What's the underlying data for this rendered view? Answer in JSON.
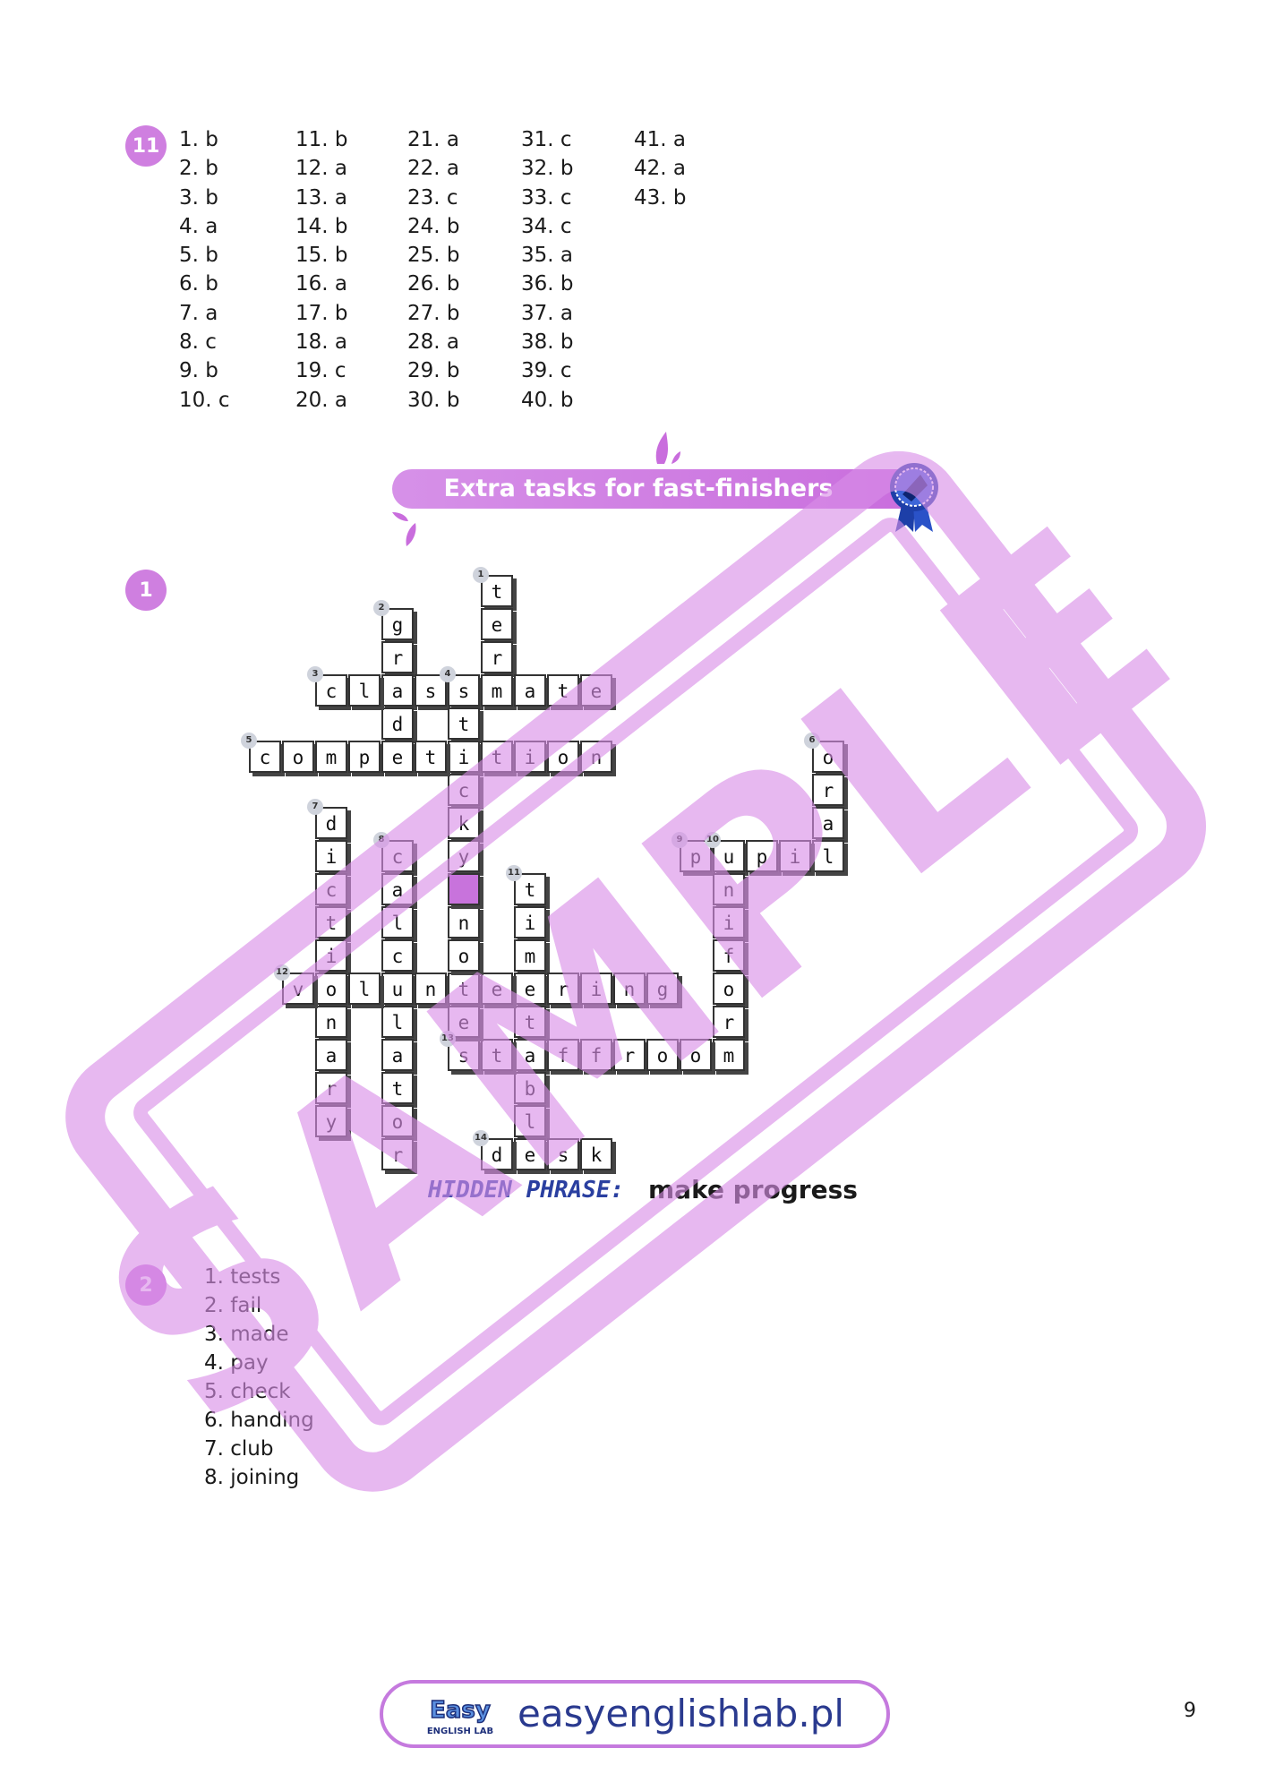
{
  "section11": {
    "badge": "11",
    "columns": [
      [
        "1. b",
        "2. b",
        "3. b",
        "4. a",
        "5. b",
        "6. b",
        "7. a",
        "8. c",
        "9. b",
        "10. c"
      ],
      [
        "11. b",
        "12. a",
        "13. a",
        "14. b",
        "15. b",
        "16. a",
        "17. b",
        "18. a",
        "19. c",
        "20. a"
      ],
      [
        "21. a",
        "22. a",
        "23. c",
        "24. b",
        "25. b",
        "26. b",
        "27. b",
        "28. a",
        "29. b",
        "30. b"
      ],
      [
        "31. c",
        "32. b",
        "33. c",
        "34. c",
        "35. a",
        "36. b",
        "37. a",
        "38. b",
        "39. c",
        "40. b"
      ],
      [
        "41. a",
        "42. a",
        "43. b"
      ]
    ]
  },
  "banner": {
    "title": "Extra tasks for fast-finishers"
  },
  "task1": {
    "badge": "1",
    "hidden_label": "HIDDEN PHRASE:",
    "hidden_value": "make progress",
    "words": [
      {
        "num": "1",
        "word": "ter",
        "dir": "down",
        "r": 0,
        "c": 7
      },
      {
        "num": "2",
        "word": "grad",
        "dir": "down",
        "r": 1,
        "c": 4
      },
      {
        "num": "3",
        "word": "classmate",
        "dir": "across",
        "r": 3,
        "c": 2
      },
      {
        "num": "4",
        "word": "stick",
        "dir": "down",
        "r": 3,
        "c": 6
      },
      {
        "num": "5",
        "word": "competition",
        "dir": "across",
        "r": 5,
        "c": 0
      },
      {
        "num": "6",
        "word": "oral",
        "dir": "down",
        "r": 5,
        "c": 17
      },
      {
        "num": "7",
        "word": "dictionary",
        "dir": "down",
        "r": 7,
        "c": 2
      },
      {
        "num": "8",
        "word": "calculator",
        "dir": "down",
        "r": 8,
        "c": 4
      },
      {
        "num": "9",
        "word": "pupil",
        "dir": "across",
        "r": 8,
        "c": 13
      },
      {
        "num": "10",
        "word": "uniform",
        "dir": "down",
        "r": 8,
        "c": 14
      },
      {
        "num": "11",
        "word": "timetable",
        "dir": "down",
        "r": 9,
        "c": 8
      },
      {
        "num": "12",
        "word": "volunteering",
        "dir": "across",
        "r": 12,
        "c": 1
      },
      {
        "num": "13",
        "word": "staffroom",
        "dir": "across",
        "r": 14,
        "c": 6
      },
      {
        "num": "14",
        "word": "desk",
        "dir": "across",
        "r": 17,
        "c": 7
      }
    ],
    "extra_down": [
      {
        "word": "y",
        "r": 8,
        "c": 6
      },
      {
        "word": "note",
        "r": 10,
        "c": 6
      }
    ],
    "highlight_cells": [
      {
        "r": 9,
        "c": 6
      }
    ]
  },
  "task2": {
    "badge": "2",
    "items": [
      "1. tests",
      "2. fail",
      "3. made",
      "4. pay",
      "5. check",
      "6. handing",
      "7. club",
      "8. joining"
    ]
  },
  "stamp": {
    "text": "SAMPLE"
  },
  "footer": {
    "site": "easyenglishlab.pl",
    "logo_top": "Easy",
    "logo_bottom": "ENGLISH LAB"
  },
  "page": {
    "number": "9"
  },
  "colors": {
    "accent": "#cf7fe0",
    "brand_blue": "#2a3a8f",
    "stamp": "#d98ee8"
  }
}
